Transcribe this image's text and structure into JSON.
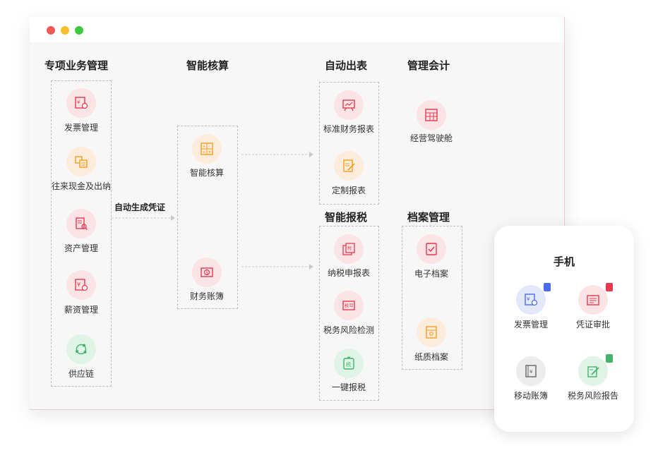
{
  "sections": {
    "special": "专项业务管理",
    "smart_calc": "智能核算",
    "auto_report": "自动出表",
    "mgmt_acct": "管理会计",
    "smart_tax": "智能报税",
    "archive": "档案管理",
    "mobile": "手机"
  },
  "arrow_label": "自动生成凭证",
  "special_items": [
    "发票管理",
    "往来现金及出纳",
    "资产管理",
    "薪资管理",
    "供应链"
  ],
  "calc_items": [
    "智能核算",
    "财务账簿"
  ],
  "report_items": [
    "标准财务报表",
    "定制报表"
  ],
  "mgmt_items": [
    "经营驾驶舱"
  ],
  "tax_items": [
    "纳税申报表",
    "税务风险检测",
    "一键报税"
  ],
  "archive_items": [
    "电子档案",
    "纸质档案"
  ],
  "mobile_items": [
    "发票管理",
    "凭证审批",
    "移动账簿",
    "税务风险报告"
  ],
  "colors": {
    "accent": "#e8384f",
    "orange": "#f0a020",
    "green": "#3fb56a",
    "blue": "#4a6cf0"
  }
}
